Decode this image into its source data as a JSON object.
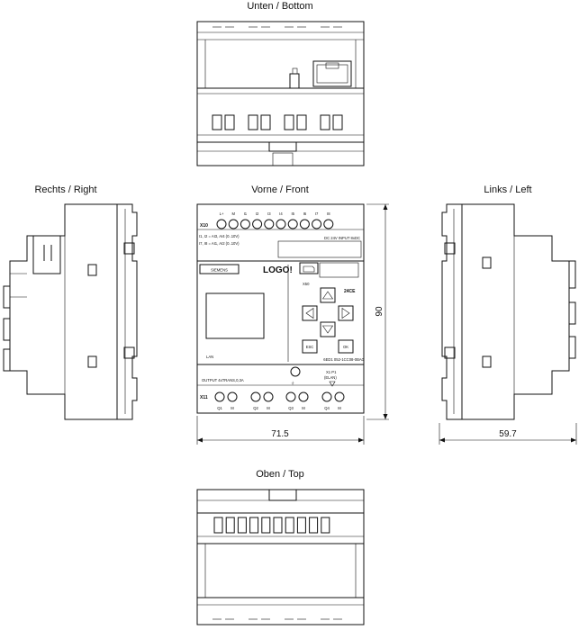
{
  "views": {
    "bottom": {
      "title": "Unten / Bottom"
    },
    "right": {
      "title": "Rechts / Right"
    },
    "front": {
      "title": "Vorne / Front"
    },
    "left": {
      "title": "Links / Left"
    },
    "top": {
      "title": "Oben / Top"
    }
  },
  "front_panel": {
    "input_connector": "X10",
    "input_terminals": [
      "L+",
      "M",
      "I1",
      "I2",
      "I3",
      "I4",
      "I5",
      "I6",
      "I7",
      "I8"
    ],
    "analog_note_1": "I1, I2 = AI3, AI4 (0..10V)",
    "analog_note_2": "I7, I8 = AI1, AI2 (0..10V)",
    "power_note": "DC 24V  INPUT 8xDC",
    "brand": "SIEMENS",
    "product": "LOGO!",
    "card_slot": "X50",
    "variant": "24CE",
    "esc_key": "ESC",
    "ok_key": "OK",
    "lan": "LAN",
    "order_number": "6ED1 052-1CC08-0BA0",
    "output_note": "OUTPUT 4xTRANS,0,3A",
    "ethernet_note_1": "X1 P1",
    "ethernet_note_2": "(ELAN)",
    "output_connector": "X11",
    "output_terminals": [
      "Q1",
      "M",
      "Q2",
      "M",
      "Q3",
      "M",
      "Q4",
      "M"
    ]
  },
  "dimensions": {
    "width": "71.5",
    "height": "90",
    "depth": "59.7"
  }
}
